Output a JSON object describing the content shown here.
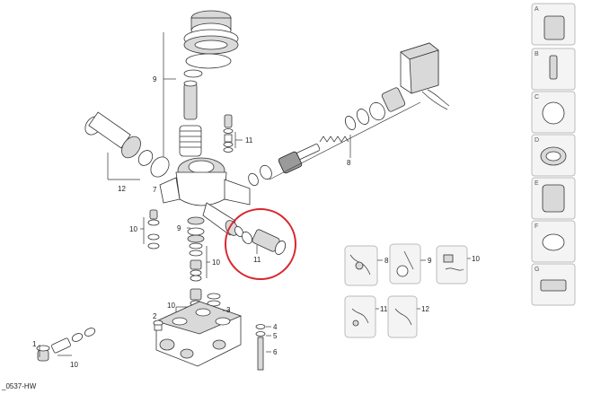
{
  "figure_code": "_0537-HW",
  "callouts": {
    "c1": "1",
    "c2": "2",
    "c3": "3",
    "c4": "4",
    "c5": "5",
    "c6": "6",
    "c7": "7",
    "c8": "8",
    "c9_top": "9",
    "c9_mid": "9",
    "c10_a": "10",
    "c10_b": "10",
    "c10_c": "10",
    "c10_d": "10",
    "c11_top": "11",
    "c11_mid": "11",
    "c12": "12"
  },
  "kits": [
    {
      "label": "8"
    },
    {
      "label": "9"
    },
    {
      "label": "10"
    },
    {
      "label": "11"
    },
    {
      "label": "12"
    }
  ],
  "sidebar": {
    "letters": [
      "A",
      "B",
      "C",
      "D",
      "E",
      "F",
      "G"
    ]
  },
  "highlight_color": "#d9262c"
}
